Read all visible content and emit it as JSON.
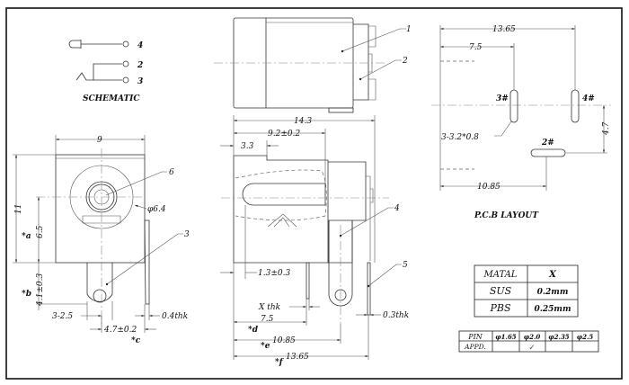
{
  "schematic": {
    "title": "SCHEMATIC",
    "pins": [
      "4",
      "2",
      "3"
    ]
  },
  "front_view": {
    "width_dim": "9",
    "height_dim": "11",
    "center_height_dim": "6.5",
    "tab_dim": "4.1±0.3",
    "tab_hole_dim": "3-2.5",
    "pin_pitch_dim": "4.7±0.2",
    "pin_thk_dim": "0.4thk",
    "diameter_dim": "φ6.4",
    "ref_a": "*a",
    "ref_b": "*b",
    "ref_c": "*c",
    "part_labels": [
      "6",
      "3"
    ]
  },
  "top_view": {
    "part_labels": [
      "1",
      "2"
    ]
  },
  "side_view": {
    "length_dim": "14.3",
    "barrel_dim": "9.2±0.2",
    "step_dim": "3.3",
    "offset_dim": "1.3±0.3",
    "x_thk": "X  thk",
    "pin_d_dim": "7.5",
    "pin_e_dim": "10.85",
    "pin_f_dim": "13.65",
    "pin5_thk": "0.3thk",
    "ref_d": "*d",
    "ref_e": "*e",
    "ref_f": "*f",
    "part_labels": [
      "4",
      "5"
    ]
  },
  "pcb_layout": {
    "title": "P.C.B  LAYOUT",
    "dim_total": "13.65",
    "dim_first": "7.5",
    "dim_second": "10.85",
    "dim_vertical": "4.7",
    "slot_spec": "3-3.2*0.8",
    "pins": [
      "3#",
      "4#",
      "2#"
    ]
  },
  "material_table": {
    "headers": [
      "MATAL",
      "X"
    ],
    "rows": [
      [
        "SUS",
        "0.2mm"
      ],
      [
        "PBS",
        "0.25mm"
      ]
    ]
  },
  "pin_table": {
    "row_label_pin": "PIN",
    "row_label_appd": "APPD.",
    "sizes": [
      "φ1.65",
      "φ2.0",
      "φ2.35",
      "φ2.5"
    ],
    "approved": "φ2.0",
    "check_mark": "✓"
  }
}
